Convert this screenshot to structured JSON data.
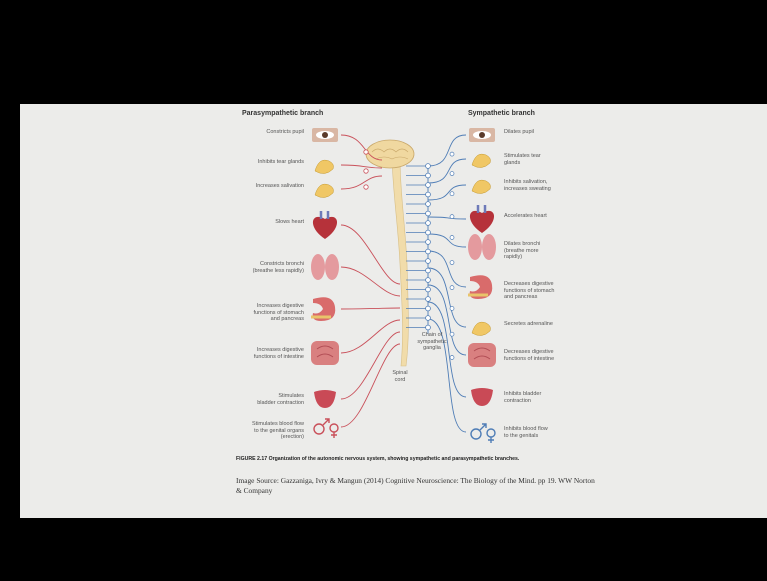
{
  "diagram": {
    "parasympathetic_header": "Parasympathetic branch",
    "sympathetic_header": "Sympathetic branch",
    "left_labels": [
      "Constricts pupil",
      "Inhibits tear glands",
      "Increases salivation",
      "Slows heart",
      "Constricts bronchi\n(breathe less rapidly)",
      "Increases digestive\nfunctions of stomach\nand pancreas",
      "Increases digestive\nfunctions of intestine",
      "Stimulates\nbladder contraction",
      "Stimulates blood flow\nto the genital organs\n(erection)"
    ],
    "right_labels": [
      "Dilates pupil",
      "Stimulates tear\nglands",
      "Inhibits salivation,\nincreases sweating",
      "Accelerates heart",
      "Dilates bronchi\n(breathe more\nrapidly)",
      "Decreases digestive\nfunctions of stomach\nand pancreas",
      "Secretes adrenaline",
      "Decreases digestive\nfunctions of intestine",
      "Inhibits bladder\ncontraction",
      "Inhibits blood flow\nto the genitals"
    ],
    "spinal_cord_label": "Spinal\ncord",
    "chain_label": "Chain of\nsympathetic\nganglia",
    "caption": "FIGURE 2.17 Organization of the autonomic nervous system, showing sympathetic and parasympathetic branches.",
    "source": "Image Source: Gazzaniga, Ivry & Mangun (2014) Cognitive Neuroscience: The Biology of the Mind. pp 19. WW Norton & Company"
  },
  "colors": {
    "parasympathetic": "#c9505a",
    "sympathetic": "#4f7db6",
    "spinal_cord": "#f1dcaa"
  }
}
